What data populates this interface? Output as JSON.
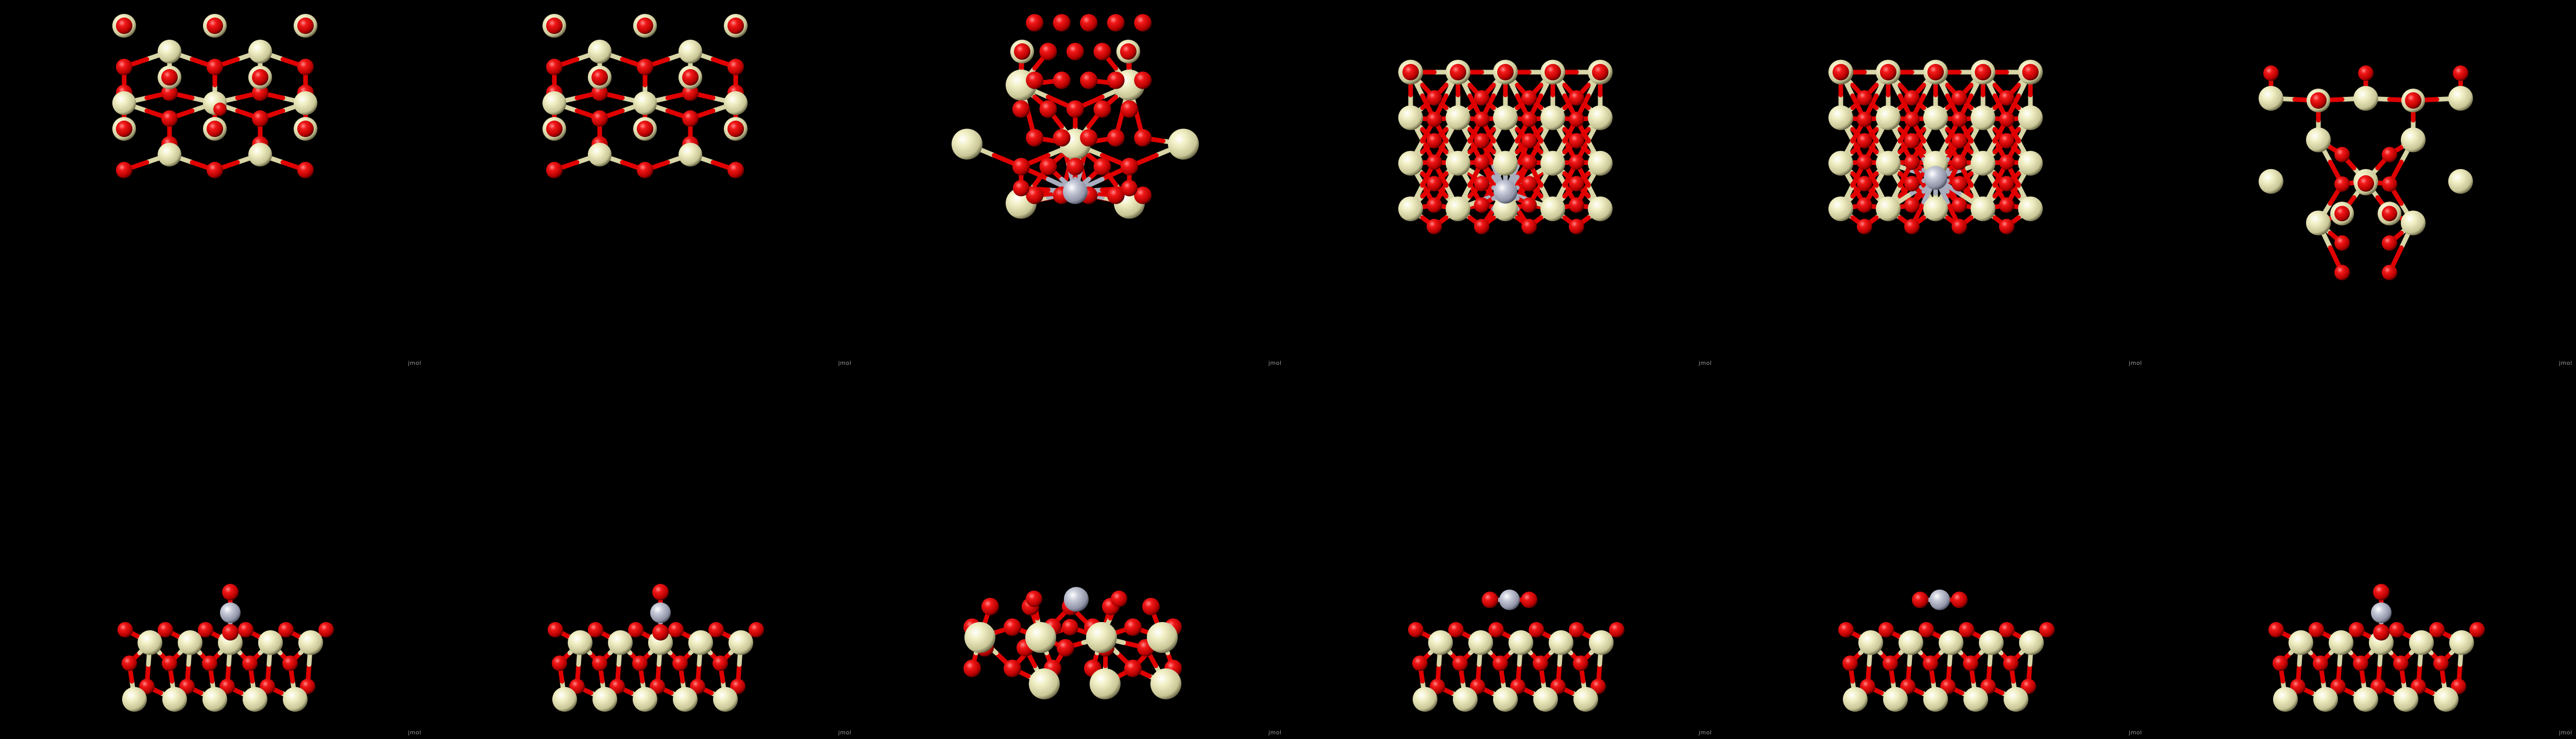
{
  "figure": {
    "background": "#000000",
    "atom_colors": {
      "O": "#e00000",
      "Ce": "#f2f0c4",
      "metal_adsorbate": "#b9bccb"
    },
    "bond_style": "split bicolour sticks (red / cream)",
    "watermark": "jmol",
    "rows": [
      {
        "view": "top",
        "panels": [
          {
            "structure": "ceria (111) slab, small red adsorbate near surface"
          },
          {
            "structure": "ceria (111) slab"
          },
          {
            "structure": "ceria slab with grey metal atom and O2"
          },
          {
            "structure": "ceria slab with grey metal atom"
          },
          {
            "structure": "ceria slab with grey metal atom"
          },
          {
            "structure": "ceria (110) slab"
          }
        ]
      },
      {
        "view": "side",
        "panels": [
          {
            "adsorbate": "O-metal-O vertical"
          },
          {
            "adsorbate": "O-metal-O vertical"
          },
          {
            "adsorbate": "O-metal-O bridging"
          },
          {
            "adsorbate": "O-metal-O horizontal"
          },
          {
            "adsorbate": "O-metal-O horizontal"
          },
          {
            "adsorbate": "O-metal-O vertical"
          }
        ]
      }
    ]
  }
}
